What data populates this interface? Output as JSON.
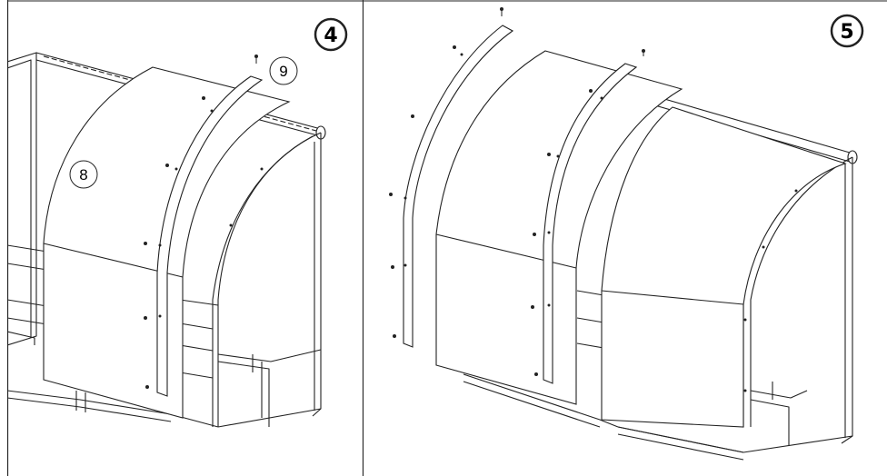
{
  "steps": [
    {
      "number": "4",
      "callouts": [
        "8",
        "9"
      ]
    },
    {
      "number": "5"
    }
  ],
  "colors": {
    "line": "#222222",
    "panel_fill": "#ffffff",
    "badge_fill": "#ffffff"
  }
}
